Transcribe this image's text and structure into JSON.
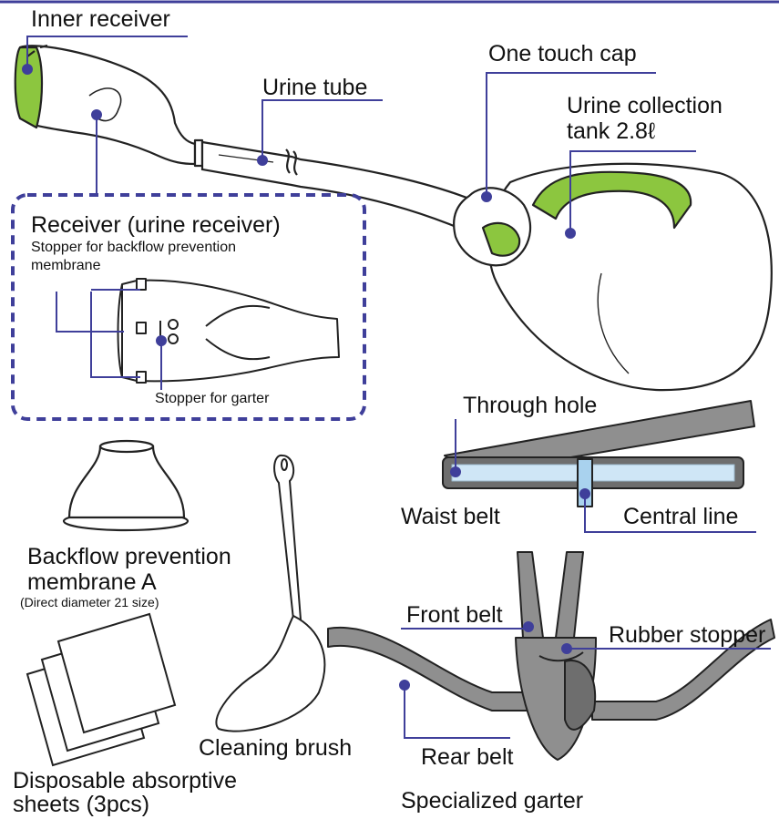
{
  "colors": {
    "leader": "#3f3f9a",
    "accent_green": "#8cc63f",
    "belt_gray": "#8f8f8f",
    "belt_dark": "#6e6e6e",
    "strip_blue": "#cfe6f6",
    "outline": "#222222"
  },
  "labels": {
    "inner_receiver": "Inner receiver",
    "urine_tube": "Urine tube",
    "one_touch_cap": "One touch cap",
    "tank_line1": "Urine collection",
    "tank_line2": "tank 2.8ℓ",
    "receiver_title": "Receiver (urine receiver)",
    "stopper_membrane_line1": "Stopper for backflow prevention",
    "stopper_membrane_line2": "membrane",
    "stopper_garter": "Stopper for garter",
    "through_hole": "Through hole",
    "waist_belt": "Waist belt",
    "central_line": "Central line",
    "membrane_line1": "Backflow prevention",
    "membrane_line2": "membrane A",
    "membrane_line3": "(Direct diameter 21 size)",
    "front_belt": "Front belt",
    "rubber_stopper": "Rubber stopper",
    "cleaning_brush": "Cleaning brush",
    "rear_belt": "Rear belt",
    "sheets_line1": "Disposable absorptive",
    "sheets_line2": "sheets (3pcs)",
    "specialized_garter": "Specialized garter"
  }
}
